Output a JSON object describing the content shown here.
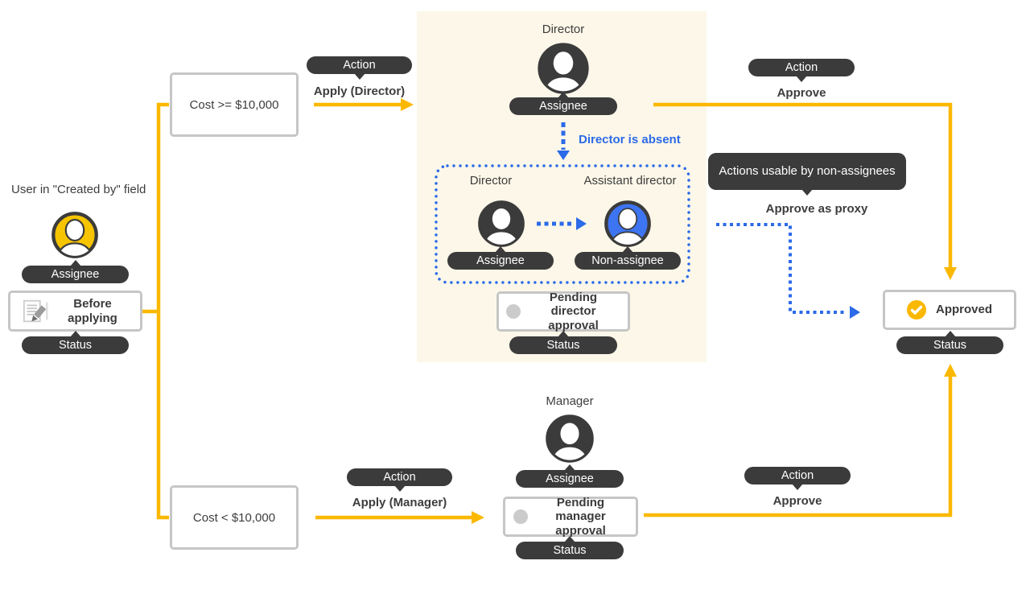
{
  "colors": {
    "accent_yellow": "#FBB800",
    "avatar_yellow": "#F6C400",
    "avatar_blue": "#3D74F1",
    "blue": "#2B6AE8",
    "dark_gray": "#3B3B3B",
    "panel_cream": "#FCF7E8",
    "border_gray": "#C6C6C6",
    "pending_gray": "#CBCBCB",
    "text": "#3D3D3D"
  },
  "labels": {
    "action": "Action",
    "assignee": "Assignee",
    "non_assignee": "Non-assignee",
    "status": "Status"
  },
  "creator": {
    "title": "User in \"Created by\" field",
    "status": "Before applying"
  },
  "conditions": {
    "high_cost": "Cost >= $10,000",
    "low_cost": "Cost < $10,000"
  },
  "director_flow": {
    "apply_action": "Apply (Director)",
    "role": "Director",
    "absent_note": "Director is absent",
    "absent_director_role": "Director",
    "assistant_role": "Assistant director",
    "pending_status": "Pending director approval",
    "approve_action": "Approve"
  },
  "manager_flow": {
    "apply_action": "Apply (Manager)",
    "role": "Manager",
    "pending_status": "Pending manager approval",
    "approve_action": "Approve"
  },
  "proxy": {
    "banner": "Actions usable by non-assignees",
    "action": "Approve as proxy"
  },
  "result": {
    "status": "Approved"
  },
  "icons": {
    "creator_avatar": "person-icon",
    "document": "document-edit-icon",
    "pending": "pending-dot-icon",
    "approved": "check-circle-icon"
  }
}
